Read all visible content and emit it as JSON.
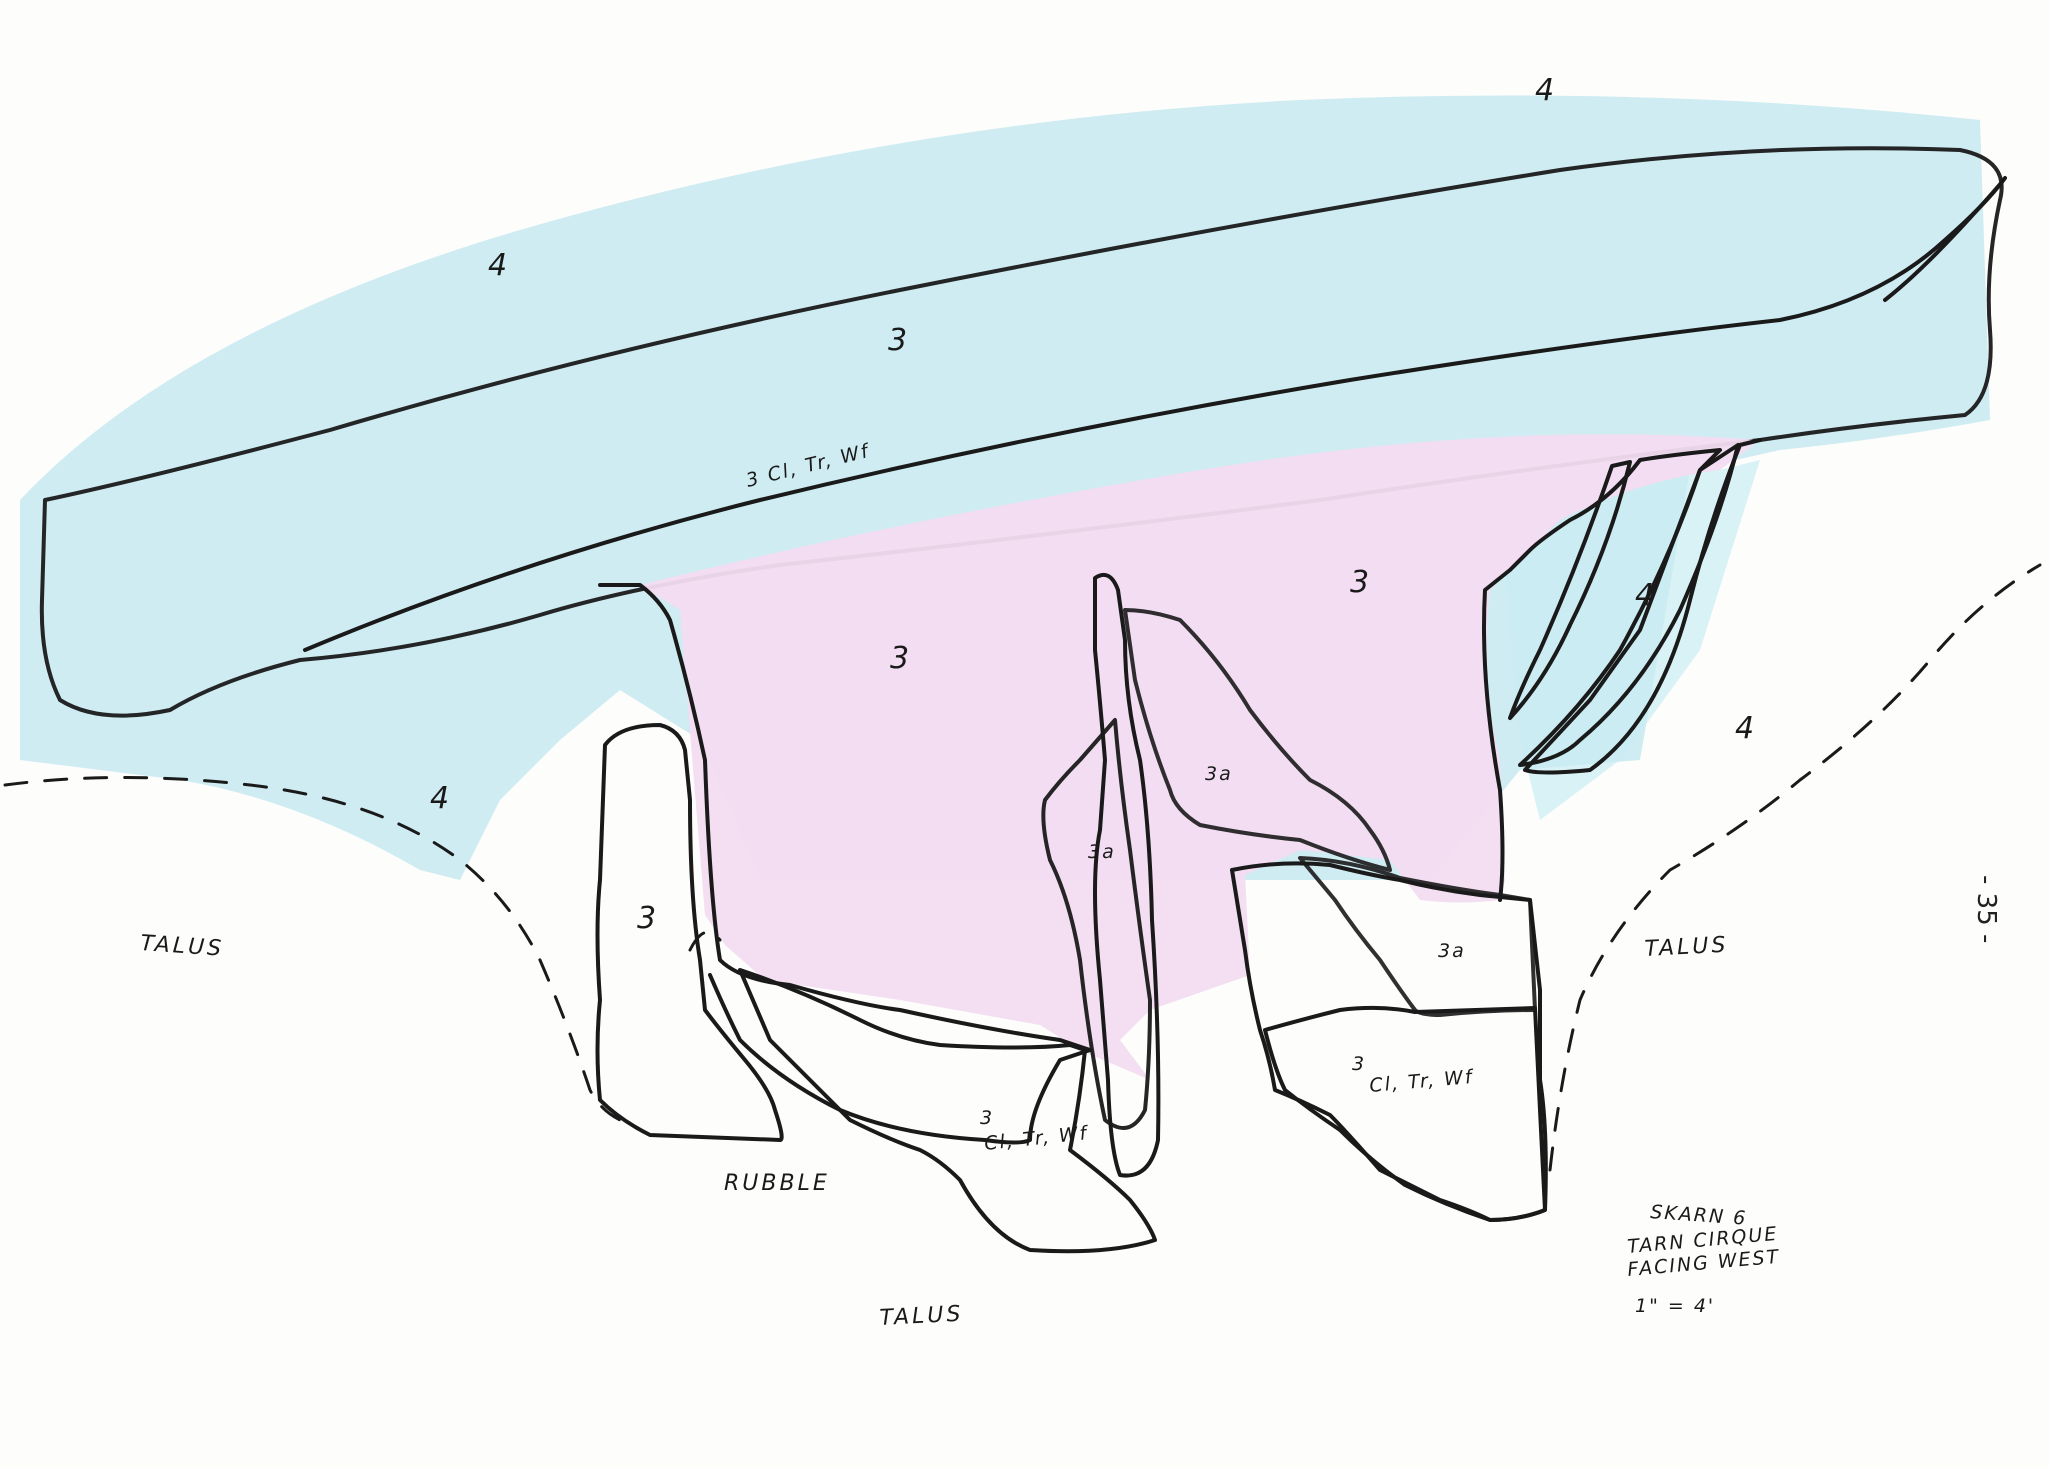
{
  "diagram": {
    "colors": {
      "unit_4": "#bfe6ef",
      "unit_3": "#f1d8ef",
      "unit_3a": "#d98aa6",
      "outline": "#1a1a1a",
      "paper": "#fdfdfb"
    },
    "labels": {
      "u4_top": "4",
      "u4_left": "4",
      "u3_top": "3",
      "ridge": "3 Cl, Tr, Wf",
      "u3_center": "3",
      "u3_right": "3",
      "u4_fingers": "4",
      "u4_right": "4",
      "u4_lower_left": "4",
      "u3_block": "3",
      "u3a_center": "3a",
      "u3a_upper": "3a",
      "u3a_right": "3a",
      "u3_lower_num": "3",
      "u3_lower_text": "Cl, Tr, Wf",
      "u3_right_num": "3",
      "u3_right_text": "Cl, Tr, Wf",
      "talus_left": "TALUS",
      "talus_right": "TALUS",
      "talus_bottom": "TALUS",
      "rubble": "RUBBLE",
      "title_1": "SKARN 6",
      "title_2": "TARN CIRQUE",
      "title_3": "FACING WEST",
      "scale": "1\" = 4'",
      "page_number": "- 35 -"
    }
  }
}
